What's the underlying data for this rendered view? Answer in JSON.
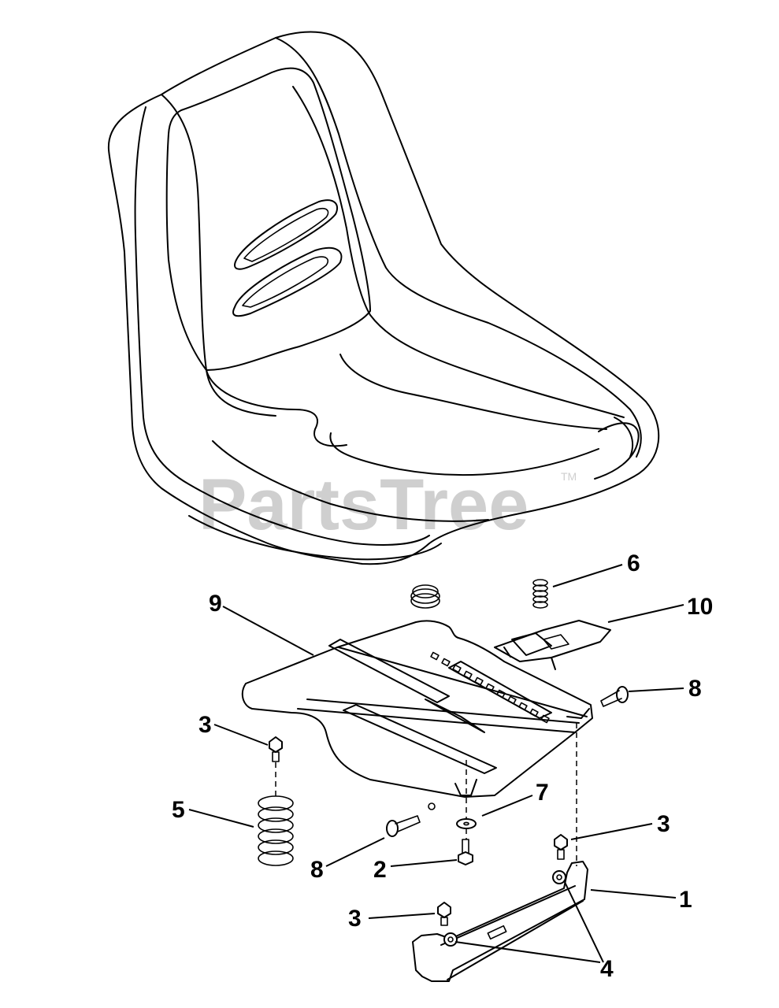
{
  "watermark": {
    "text": "PartsTree",
    "trademark": "TM"
  },
  "callouts": {
    "c1": "1",
    "c2": "2",
    "c3a": "3",
    "c3b": "3",
    "c3c": "3",
    "c4": "4",
    "c5": "5",
    "c6": "6",
    "c7": "7",
    "c8a": "8",
    "c8b": "8",
    "c9": "9",
    "c10": "10"
  },
  "parts": [
    {
      "id": "seat",
      "label": ""
    },
    {
      "id": "1",
      "label": "1"
    },
    {
      "id": "2",
      "label": "2"
    },
    {
      "id": "3",
      "label": "3"
    },
    {
      "id": "4",
      "label": "4"
    },
    {
      "id": "5",
      "label": "5"
    },
    {
      "id": "6",
      "label": "6"
    },
    {
      "id": "7",
      "label": "7"
    },
    {
      "id": "8",
      "label": "8"
    },
    {
      "id": "9",
      "label": "9"
    },
    {
      "id": "10",
      "label": "10"
    }
  ]
}
